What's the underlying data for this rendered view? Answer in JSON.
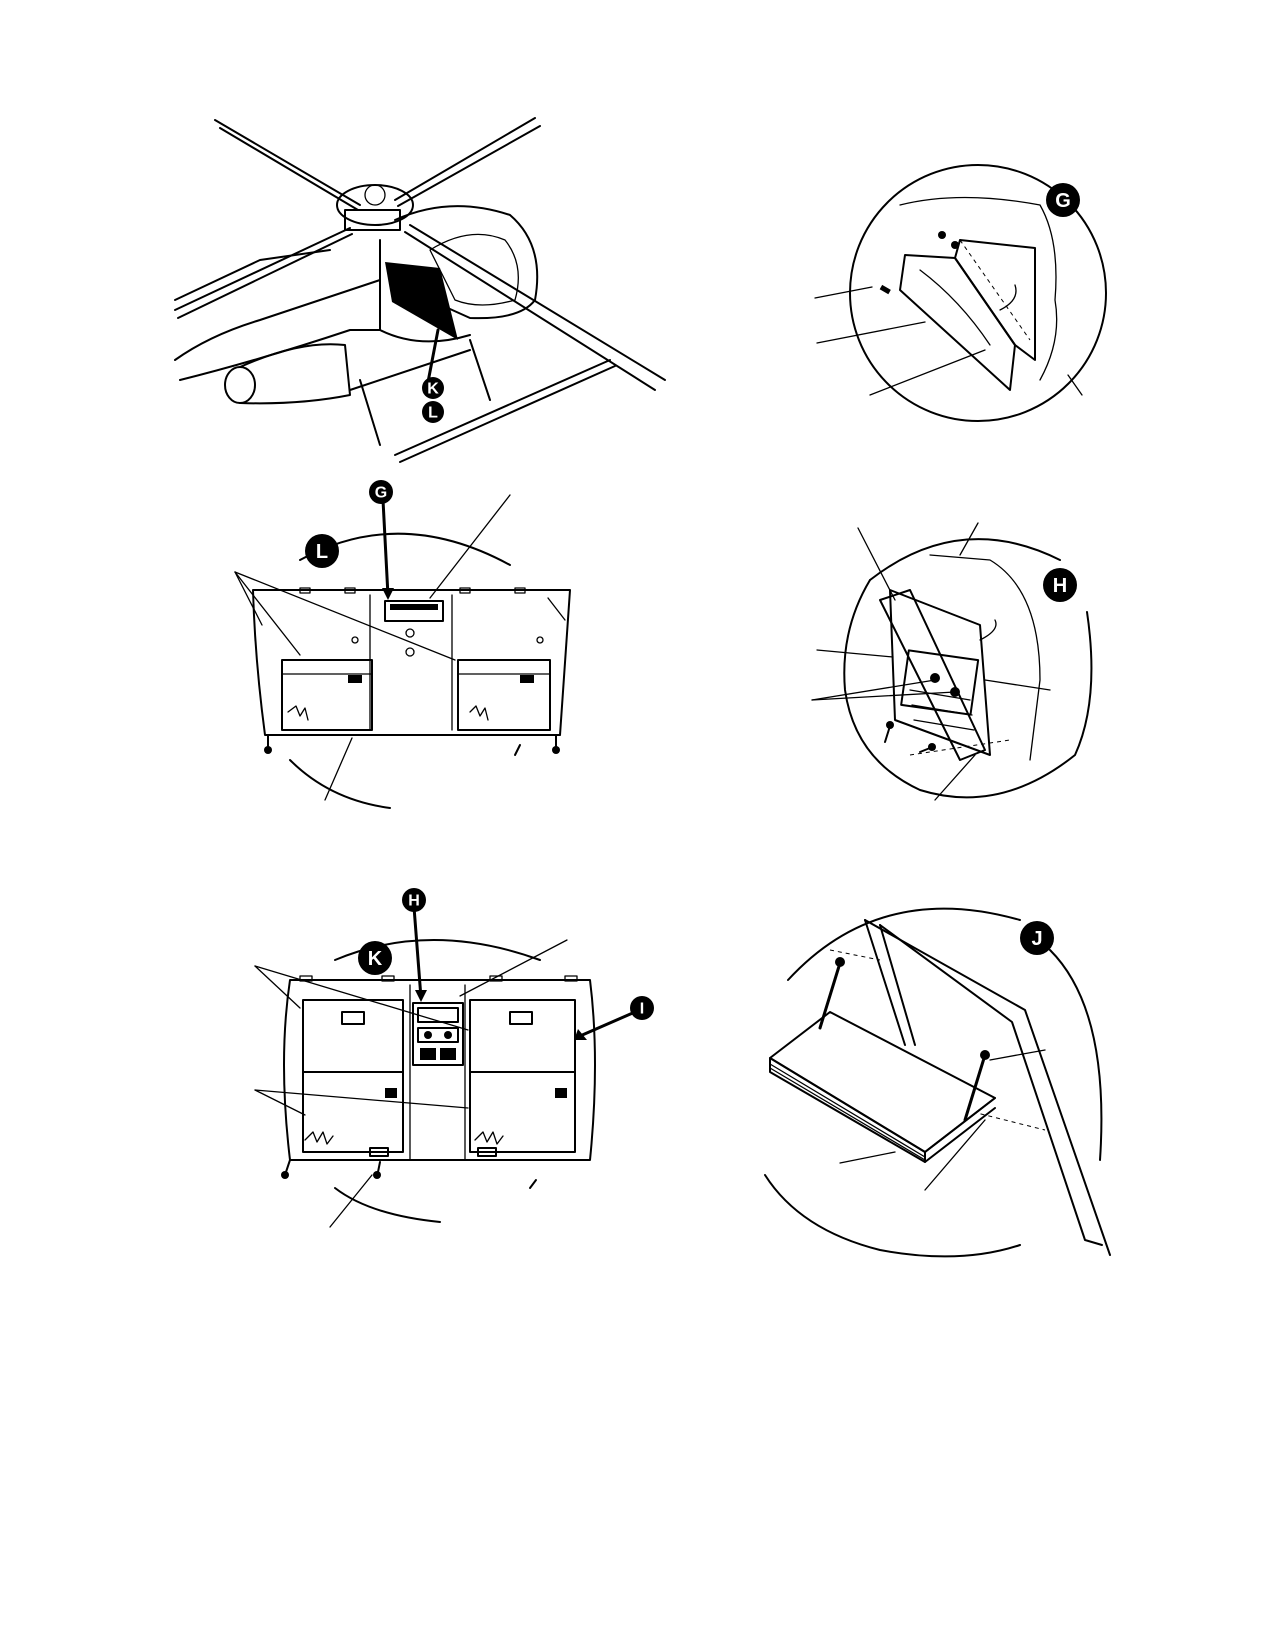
{
  "callouts": {
    "aircraft_k": "K",
    "aircraft_l": "L",
    "detail_g": "G",
    "detail_l": "L",
    "detail_g_ref": "G",
    "detail_h": "H",
    "detail_k": "K",
    "detail_h_ref": "H",
    "detail_i_ref": "I",
    "detail_j": "J"
  }
}
